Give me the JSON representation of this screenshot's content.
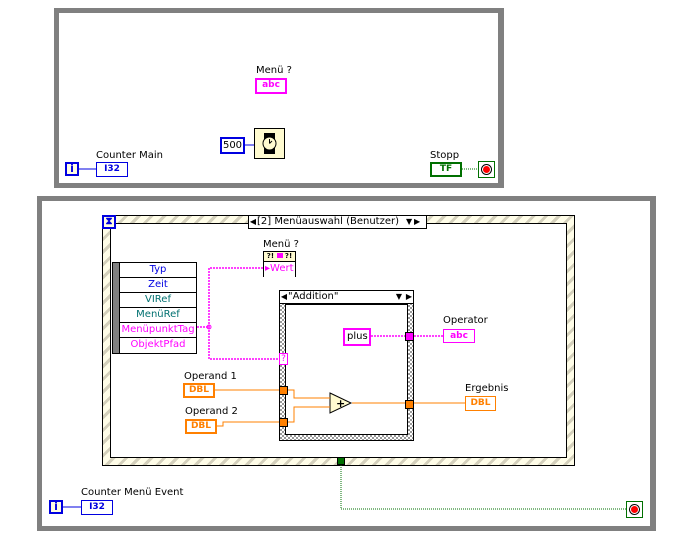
{
  "colors": {
    "loop_border": "#808080",
    "int_blue": "#0000e0",
    "string_pink": "#ff00ff",
    "double_orange": "#ff8000",
    "bool_green": "#007000",
    "node_yellow": "#fffbd0"
  },
  "main_loop": {
    "iteration_terminal": "i",
    "counter_label": "Counter Main",
    "counter_type": "I32",
    "menu_indicator_label": "Menü ?",
    "menu_indicator_type": "abc",
    "wait_constant": "500",
    "wait_icon": "wait-ms-watch-icon",
    "stop_label": "Stopp",
    "stop_type": "TF",
    "stop_icon": "stop-condition-icon"
  },
  "event_loop": {
    "iteration_terminal": "i",
    "counter_label": "Counter Menü Event",
    "counter_type": "I32",
    "stop_icon": "stop-condition-icon",
    "event_structure": {
      "timeout_icon": "hourglass-icon",
      "selector": "[2] Menüauswahl (Benutzer)",
      "event_data": [
        "Typ",
        "Zeit",
        "VIRef",
        "MenüRef",
        "MenüpunktTag",
        "ObjektPfad"
      ],
      "menu_node_label": "Menü ?",
      "menu_node_property": "Wert",
      "case_structure": {
        "selector": "\"Addition\"",
        "selector_terminal": "?",
        "string_constant": "plus",
        "add_operator": "+"
      },
      "operand1_label": "Operand 1",
      "operand2_label": "Operand 2",
      "operand_type": "DBL",
      "operator_label": "Operator",
      "operator_type": "abc",
      "result_label": "Ergebnis",
      "result_type": "DBL"
    }
  }
}
